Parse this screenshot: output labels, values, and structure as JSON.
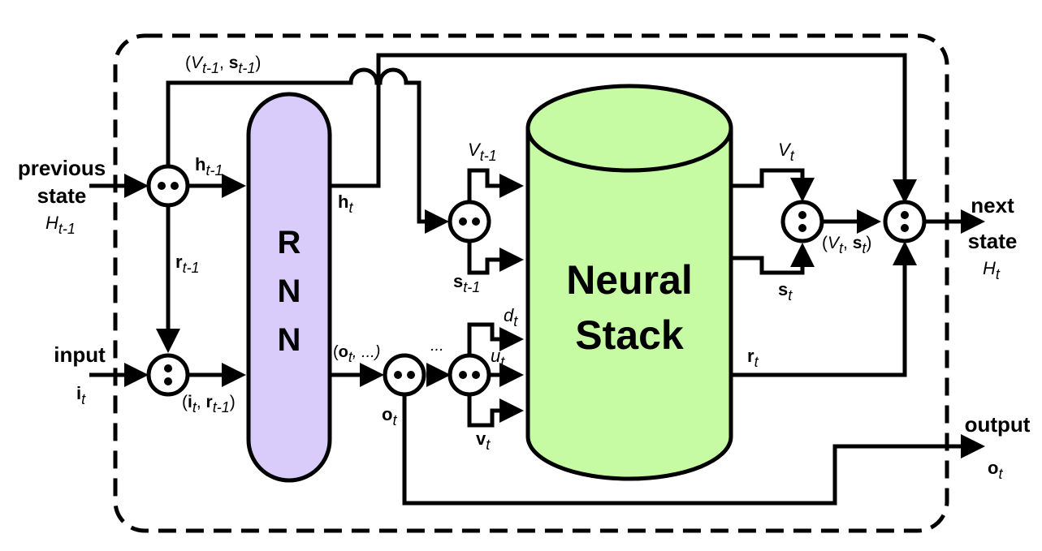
{
  "colors": {
    "rnn_fill": "#d9ccfa",
    "stack_fill": "#c6fba4",
    "stroke": "#000000",
    "frame": "#000000"
  },
  "blocks": {
    "rnn_letters": [
      "R",
      "N",
      "N"
    ],
    "stack_line1": "Neural",
    "stack_line2": "Stack"
  },
  "io": {
    "previous_state_line1": "previous",
    "previous_state_line2": "state",
    "previous_state_sym": "H",
    "previous_state_sub": "t-1",
    "input_word": "input",
    "input_sym": "i",
    "input_sub": "t",
    "next_state_line1": "next",
    "next_state_line2": "state",
    "next_state_sym": "H",
    "next_state_sub": "t",
    "output_word": "output",
    "output_sym": "o",
    "output_sub": "t"
  },
  "labels": {
    "prev_tuple": {
      "open": "(",
      "v": "V",
      "v_sub": "t-1",
      "comma": ", ",
      "s": "s",
      "s_sub": "t-1",
      "close": ")"
    },
    "h_prev": {
      "sym": "h",
      "sub": "t-1"
    },
    "r_prev": {
      "sym": "r",
      "sub": "t-1"
    },
    "in_tuple": {
      "open": "(",
      "i": "i",
      "i_sub": "t",
      "comma": ", ",
      "r": "r",
      "r_sub": "t-1",
      "close": ")"
    },
    "h_t": {
      "sym": "h",
      "sub": "t"
    },
    "o_tuple": {
      "open": "(",
      "o": "o",
      "o_sub": "t",
      "rest": ", ...)"
    },
    "o_t": {
      "sym": "o",
      "sub": "t"
    },
    "ellipsis": "...",
    "v_prev_in": {
      "sym": "V",
      "sub": "t-1"
    },
    "s_prev_in": {
      "sym": "s",
      "sub": "t-1"
    },
    "d_t": {
      "sym": "d",
      "sub": "t"
    },
    "u_t": {
      "sym": "u",
      "sub": "t"
    },
    "v_t": {
      "sym": "v",
      "sub": "t"
    },
    "V_t": {
      "sym": "V",
      "sub": "t"
    },
    "s_t": {
      "sym": "s",
      "sub": "t"
    },
    "r_t": {
      "sym": "r",
      "sub": "t"
    },
    "out_tuple": {
      "open": "(",
      "v": "V",
      "v_sub": "t",
      "comma": ", ",
      "s": "s",
      "s_sub": "t",
      "close": ")"
    }
  }
}
